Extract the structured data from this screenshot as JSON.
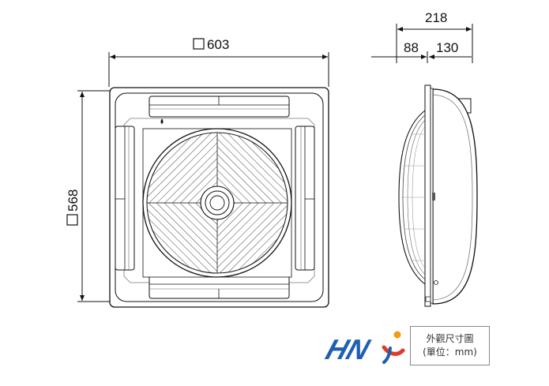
{
  "dimensions": {
    "front_width": "603",
    "front_height": "568",
    "side_total_depth": "218",
    "side_depth_a": "88",
    "side_depth_b": "130"
  },
  "note": {
    "title": "外觀尺寸圖",
    "unit": "(單位：mm)"
  },
  "logo": {
    "text": "HN",
    "colors": {
      "blue": "#1f5fb3",
      "red": "#e03a2a",
      "orange": "#f29a1a"
    }
  },
  "icons": [
    "square-dimension-icon",
    "fan-grille-icon",
    "logo-icon"
  ]
}
